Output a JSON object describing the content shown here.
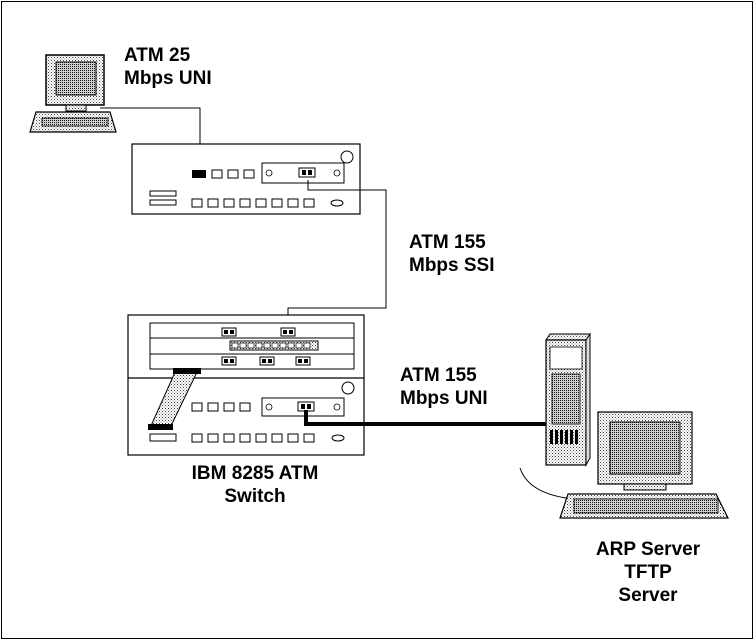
{
  "labels": {
    "atm25": {
      "line1": "ATM 25",
      "line2": "Mbps UNI"
    },
    "atm155_ssi": {
      "line1": "ATM 155",
      "line2": "Mbps SSI"
    },
    "atm155_uni": {
      "line1": "ATM 155",
      "line2": "Mbps UNI"
    },
    "switch": {
      "line1": "IBM 8285 ATM",
      "line2": "Switch"
    },
    "server": {
      "line1": "ARP Server",
      "line2": "TFTP",
      "line3": "Server"
    }
  },
  "colors": {
    "line": "#000000",
    "device_fill": "#ffffff",
    "stipple": "#8a8a8a",
    "background": "#ffffff"
  },
  "icons": [
    "workstation-icon",
    "atm-switch-icon",
    "server-tower-icon",
    "monitor-icon",
    "keyboard-icon"
  ]
}
